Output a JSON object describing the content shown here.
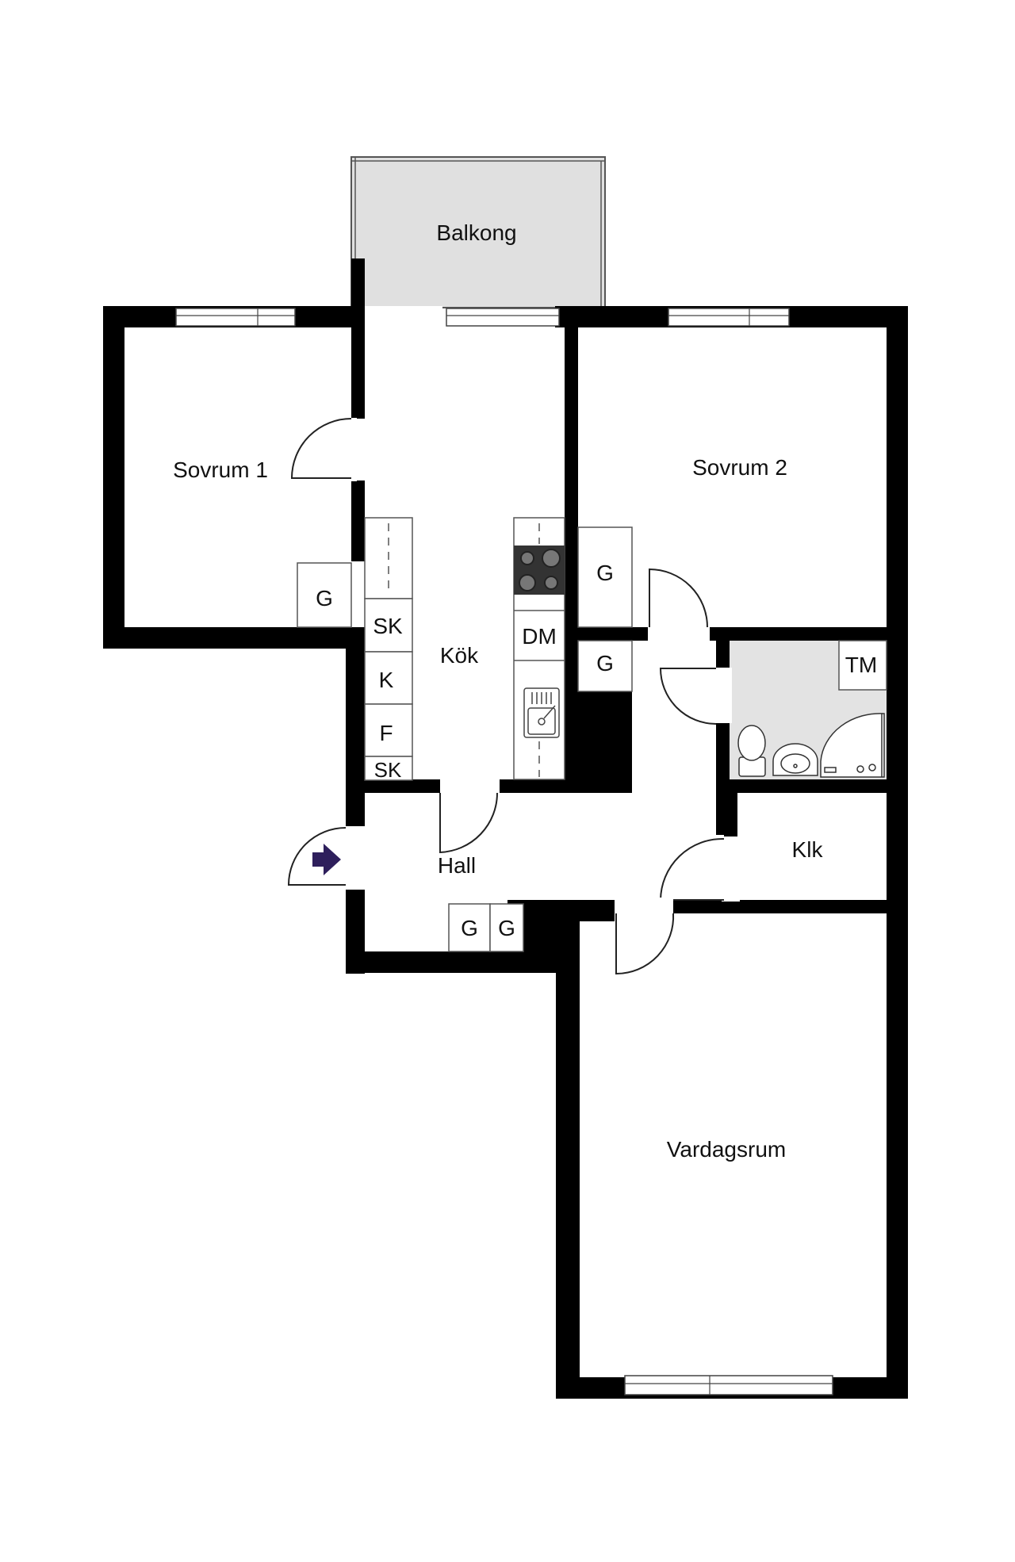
{
  "rooms": {
    "balkong": "Balkong",
    "sovrum1": "Sovrum 1",
    "kok": "Kök",
    "sovrum2": "Sovrum 2",
    "hall": "Hall",
    "klk": "Klk",
    "vardagsrum": "Vardagsrum"
  },
  "fixtures": {
    "g": "G",
    "sk": "SK",
    "k": "K",
    "f": "F",
    "dm": "DM",
    "tm": "TM"
  },
  "icons": [
    "entrance-arrow-icon",
    "stove-icon",
    "sink-icon",
    "toilet-icon",
    "washbasin-icon",
    "shower-icon"
  ],
  "colors": {
    "wall": "#000000",
    "balcony": "#e0e0e0",
    "bathroom": "#e3e3e3",
    "entrance_arrow": "#2e1f5c"
  }
}
